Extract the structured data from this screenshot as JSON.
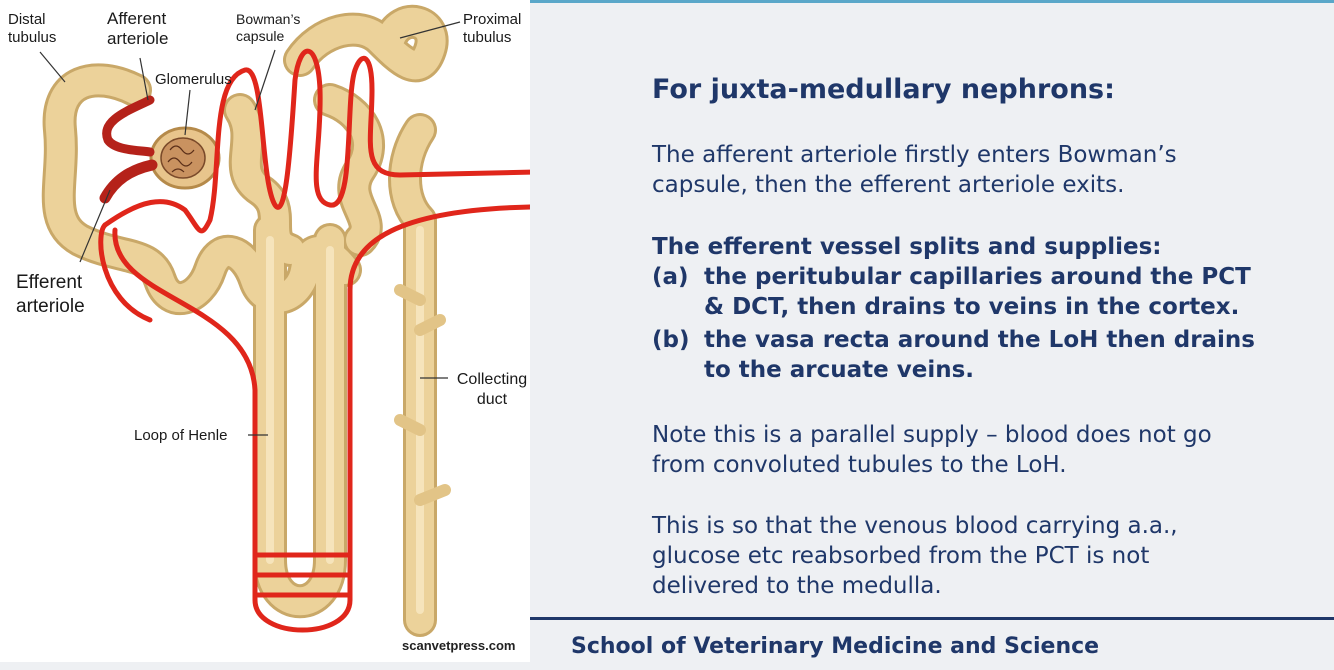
{
  "figure": {
    "labels": {
      "distal_tubulus": "Distal tubulus",
      "afferent_arteriole": "Afferent arteriole",
      "bowmans_capsule": "Bowman’s capsule",
      "proximal_tubulus": "Proximal tubulus",
      "glomerulus": "Glomerulus",
      "efferent_arteriole": "Efferent arteriole",
      "collecting_duct": "Collecting duct",
      "loop_of_henle": "Loop of Henle"
    },
    "credit": "scanvetpress.com",
    "colors": {
      "tubule": "#ecd29a",
      "tubule_edge": "#c9a868",
      "annotation": "#e0261b",
      "arrow": "#2f7bbf"
    }
  },
  "slide": {
    "heading": "For juxta-medullary nephrons:",
    "para1_line1": "The afferent arteriole firstly enters Bowman’s",
    "para1_line2": "capsule, then the efferent arteriole exits.",
    "splits_heading": "The efferent vessel splits and supplies:",
    "item_a_tag": "(a)",
    "item_a_line1": "the peritubular capillaries around the PCT",
    "item_a_line2": "& DCT, then drains to veins in the cortex.",
    "item_b_tag": "(b)",
    "item_b_line1": "the vasa recta around the LoH then drains",
    "item_b_line2": "to the arcuate veins.",
    "note_line1": "Note this is a parallel supply – blood does not go",
    "note_line2": "from convoluted tubules to the LoH.",
    "reason_line1": "This is so that the venous blood carrying a.a.,",
    "reason_line2": "glucose etc reabsorbed from the PCT is not",
    "reason_line3": "delivered to the medulla."
  },
  "footer": {
    "text": "School of Veterinary Medicine and Science",
    "color": "#1f3769"
  }
}
